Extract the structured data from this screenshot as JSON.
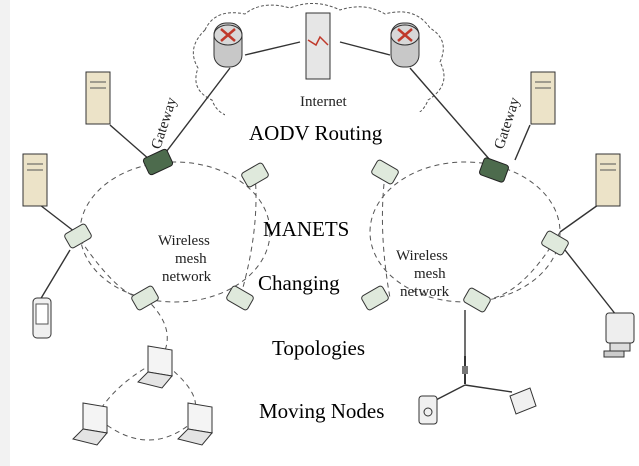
{
  "labels": {
    "internet": "Internet",
    "gateway_left": "Gateway",
    "gateway_right": "Gateway",
    "mesh_left_line1": "Wireless",
    "mesh_left_line2": "mesh",
    "mesh_left_line3": "network",
    "mesh_right_line1": "Wireless",
    "mesh_right_line2": "mesh",
    "mesh_right_line3": "network"
  },
  "overlay": {
    "aodv": "AODV Routing",
    "manets": "MANETS",
    "changing": "Changing",
    "topologies": "Topologies",
    "moving_nodes": "Moving Nodes"
  },
  "colors": {
    "router_fill": "#c8c8c8",
    "router_cross": "#c0392b",
    "server_fill": "#ece3c8",
    "node_fill": "#dfe9dc",
    "node_dark": "#3c5a3c",
    "line": "#333333"
  },
  "icons": [
    "router-icon",
    "internet-server-icon",
    "server-icon",
    "mesh-node-icon",
    "laptop-icon",
    "phone-icon",
    "monitor-icon",
    "antenna-icon"
  ]
}
